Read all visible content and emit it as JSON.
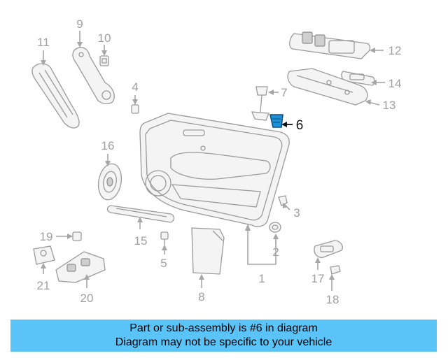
{
  "diagram": {
    "callouts": [
      "1",
      "2",
      "3",
      "4",
      "5",
      "6",
      "7",
      "8",
      "9",
      "10",
      "11",
      "12",
      "13",
      "14",
      "15",
      "16",
      "17",
      "18",
      "19",
      "20",
      "21"
    ],
    "highlighted_callout": "6"
  },
  "banner": {
    "line1": "Part or sub-assembly is #6 in diagram",
    "line2": "Diagram may not be specific to your vehicle"
  },
  "colors": {
    "banner_bg": "#5ac4f8",
    "highlight_part": "#1f8fd6",
    "drawing_gray": "#9a9a9a"
  }
}
